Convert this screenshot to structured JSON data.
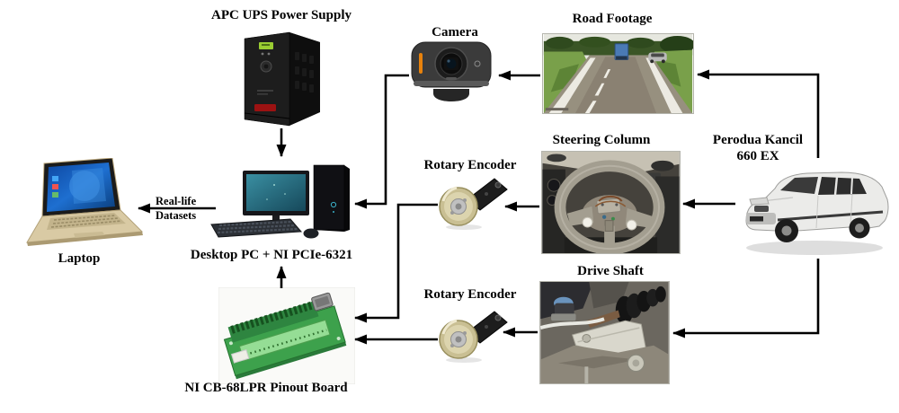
{
  "diagram": {
    "nodes": {
      "ups": {
        "label": "APC UPS Power Supply"
      },
      "camera": {
        "label": "Camera"
      },
      "road_footage": {
        "label": "Road Footage"
      },
      "steering_column": {
        "label": "Steering Column"
      },
      "car": {
        "label": "Perodua Kancil",
        "label2": "660 EX"
      },
      "rotary_encoder_top": {
        "label": "Rotary Encoder"
      },
      "rotary_encoder_bottom": {
        "label": "Rotary Encoder"
      },
      "drive_shaft": {
        "label": "Drive Shaft"
      },
      "laptop": {
        "label": "Laptop"
      },
      "desktop_pc": {
        "label": "Desktop PC + NI PCIe-6321"
      },
      "pinout_board": {
        "label": "NI CB-68LPR Pinout Board"
      }
    },
    "edge_labels": {
      "pc_to_laptop_line1": "Real-life",
      "pc_to_laptop_line2": "Datasets"
    },
    "connections": [
      {
        "from": "ups",
        "to": "desktop_pc"
      },
      {
        "from": "road_footage",
        "to": "camera"
      },
      {
        "from": "camera",
        "to": "desktop_pc"
      },
      {
        "from": "car",
        "to": "road_footage"
      },
      {
        "from": "car",
        "to": "steering_column"
      },
      {
        "from": "car",
        "to": "drive_shaft"
      },
      {
        "from": "steering_column",
        "to": "rotary_encoder_top"
      },
      {
        "from": "drive_shaft",
        "to": "rotary_encoder_bottom"
      },
      {
        "from": "rotary_encoder_top",
        "to": "pinout_board"
      },
      {
        "from": "rotary_encoder_bottom",
        "to": "pinout_board"
      },
      {
        "from": "pinout_board",
        "to": "desktop_pc"
      },
      {
        "from": "desktop_pc",
        "to": "laptop",
        "label": "Real-life Datasets"
      }
    ],
    "colors": {
      "arrow": "#000000",
      "label_text": "#000000",
      "pcb_green": "#3da14c",
      "monitor_screen_teal": "#2e8596",
      "laptop_screen_blue": "#1565c0",
      "webcam_accent_orange": "#e8820c",
      "truck_blue": "#4a7ab5"
    }
  }
}
